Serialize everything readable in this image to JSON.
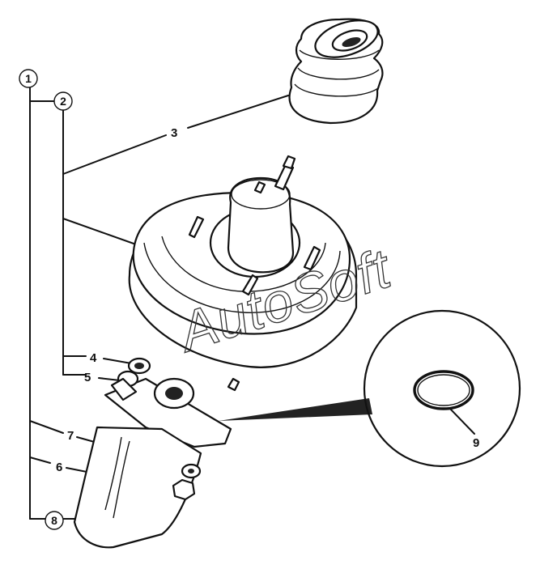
{
  "diagram": {
    "callouts": [
      {
        "id": "1",
        "circled": true
      },
      {
        "id": "2",
        "circled": true
      },
      {
        "id": "3",
        "circled": false
      },
      {
        "id": "4",
        "circled": false
      },
      {
        "id": "5",
        "circled": false
      },
      {
        "id": "6",
        "circled": false
      },
      {
        "id": "7",
        "circled": false
      },
      {
        "id": "8",
        "circled": true
      },
      {
        "id": "9",
        "circled": false
      }
    ],
    "watermark": "AutoSoft",
    "colors": {
      "line": "#111111",
      "background": "#ffffff"
    }
  }
}
